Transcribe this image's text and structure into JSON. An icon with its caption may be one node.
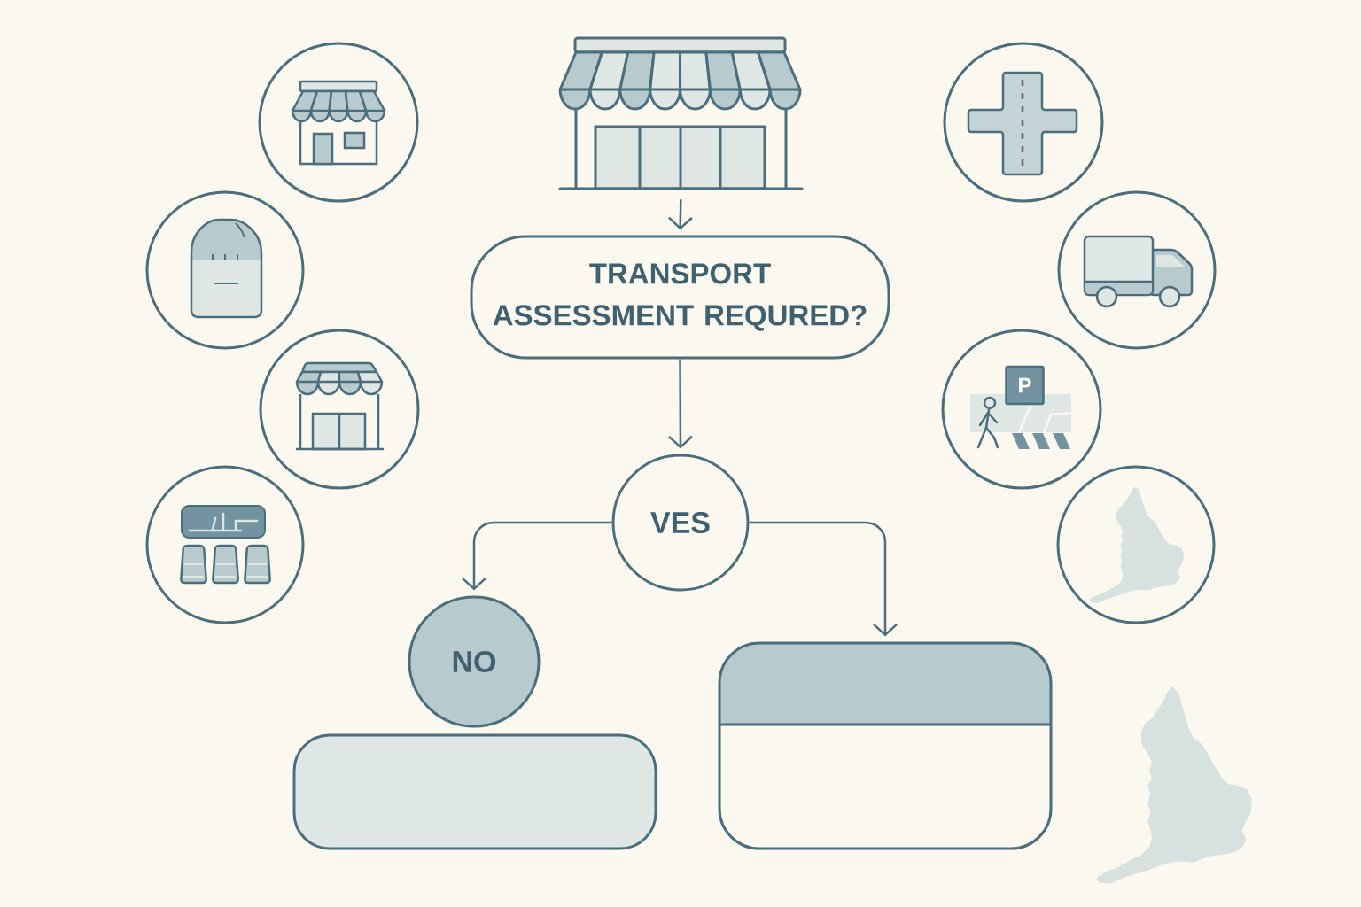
{
  "diagram": {
    "nodes": [
      {
        "text": [],
        "shape": "picture"
      },
      {
        "text": [
          "TRANSPORT ASSESSMENT REQURED?"
        ]
      },
      {
        "text": [
          "VES"
        ]
      },
      {
        "text": [
          "NO"
        ]
      },
      {
        "text": [],
        "shape": "box"
      },
      {
        "text": [],
        "shape": "box"
      },
      {
        "text": [],
        "shape": "circle"
      },
      {
        "text": [],
        "shape": "circle"
      },
      {
        "text": [],
        "shape": "circle"
      },
      {
        "text": [],
        "shape": "circle"
      },
      {
        "text": [],
        "shape": "circle"
      },
      {
        "text": [],
        "shape": "circle"
      },
      {
        "text": [],
        "shape": "circle"
      },
      {
        "text": [],
        "shape": "circle"
      },
      {
        "text": [],
        "shape": "picture"
      }
    ],
    "edges": [
      {
        "from": 0,
        "to": 1,
        "arrow": "to"
      },
      {
        "from": 1,
        "to": 2,
        "arrow": "to"
      },
      {
        "from": 2,
        "to": 3,
        "arrow": "to"
      },
      {
        "from": 2,
        "to": 5,
        "arrow": "to"
      }
    ],
    "labels": [
      "P"
    ]
  }
}
